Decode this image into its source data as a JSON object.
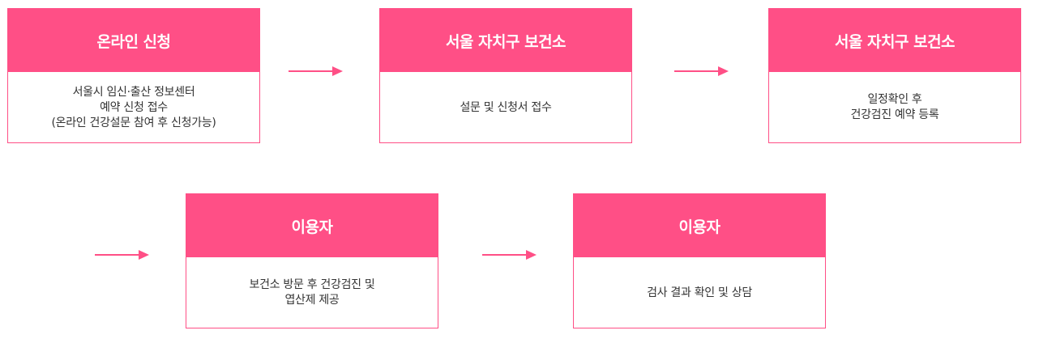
{
  "colors": {
    "accent": "#ff4f86",
    "text": "#333333"
  },
  "steps": [
    {
      "header": "온라인 신청",
      "body": "서울시 임신·출산 정보센터\n예약 신청 접수\n(온라인 건강설문 참여 후 신청가능)"
    },
    {
      "header": "서울 자치구 보건소",
      "body": "설문 및 신청서 접수"
    },
    {
      "header": "서울 자치구 보건소",
      "body": "일정확인 후\n건강검진 예약 등록"
    },
    {
      "header": "이용자",
      "body": "보건소 방문 후 건강검진 및\n엽산제 제공"
    },
    {
      "header": "이용자",
      "body": "검사 결과 확인 및 상담"
    }
  ],
  "arrow_icon": "arrow-right-icon"
}
